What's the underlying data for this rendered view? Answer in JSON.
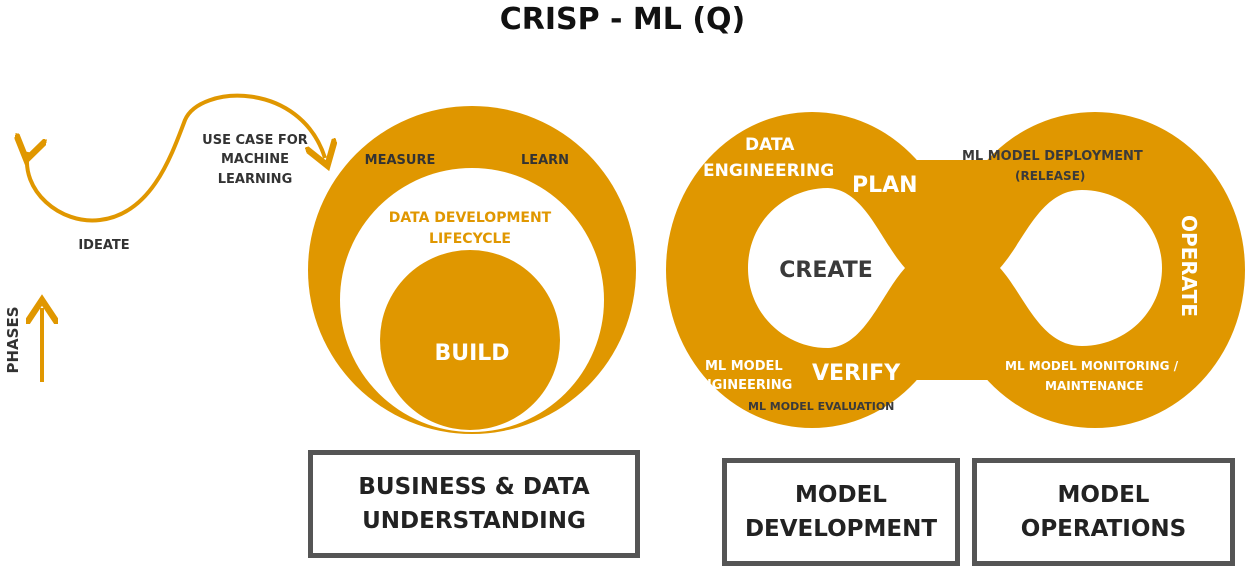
{
  "title": "CRISP - ML (Q)",
  "colors": {
    "accent": "#E09700",
    "dark": "#3a3a3a",
    "box_border": "#555555"
  },
  "left": {
    "use_case": [
      "USE CASE FOR",
      "MACHINE",
      "LEARNING"
    ],
    "ideate": "IDEATE",
    "phases": "PHASES"
  },
  "build_circle": {
    "measure": "MEASURE",
    "learn": "LEARN",
    "lifecycle": [
      "DATA DEVELOPMENT",
      "LIFECYCLE"
    ],
    "build": "BUILD"
  },
  "infinity": {
    "data_engineering": [
      "DATA",
      "ENGINEERING"
    ],
    "plan": "PLAN",
    "create": "CREATE",
    "ml_model_engineering": [
      "ML MODEL",
      "ENGINEERING"
    ],
    "verify": "VERIFY",
    "evaluation": "ML MODEL EVALUATION",
    "deployment": [
      "ML MODEL DEPLOYMENT",
      "(RELEASE)"
    ],
    "operate": "OPERATE",
    "monitoring": [
      "ML MODEL MONITORING /",
      "MAINTENANCE"
    ]
  },
  "phases_boxes": [
    {
      "lines": [
        "BUSINESS & DATA",
        "UNDERSTANDING"
      ]
    },
    {
      "lines": [
        "MODEL",
        "DEVELOPMENT"
      ]
    },
    {
      "lines": [
        "MODEL",
        "OPERATIONS"
      ]
    }
  ]
}
